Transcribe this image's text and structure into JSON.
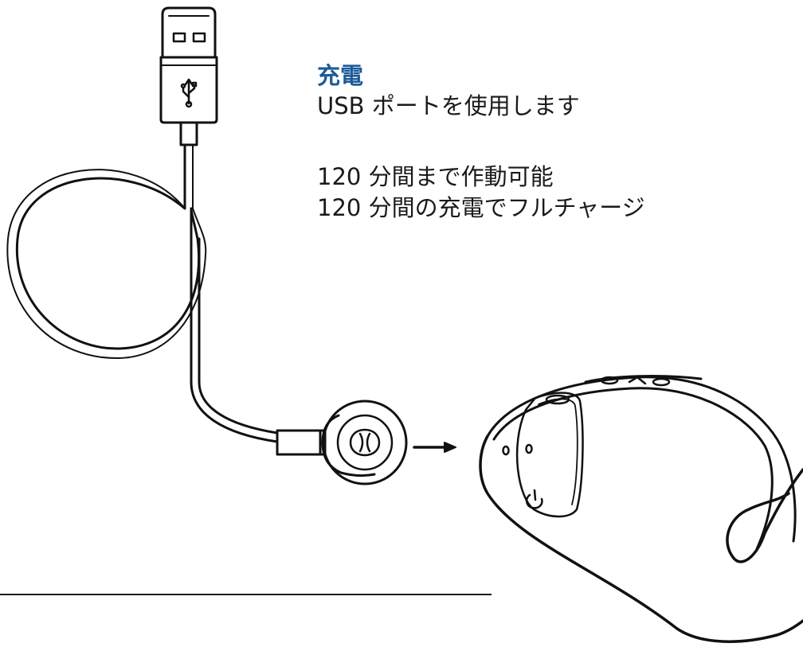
{
  "colors": {
    "heading": "#1d5b97",
    "ink": "#111111",
    "text": "#1a1a1a"
  },
  "charging": {
    "heading": "充電",
    "usb_text": "USB ポートを使用します",
    "runtime_text": "120 分間まで作動可能",
    "charge_time_text": "120 分間の充電でフルチャージ"
  },
  "icons": {
    "usb_symbol": "usb-icon",
    "brand_logo": "brand-logo-icon",
    "power": "power-icon"
  }
}
